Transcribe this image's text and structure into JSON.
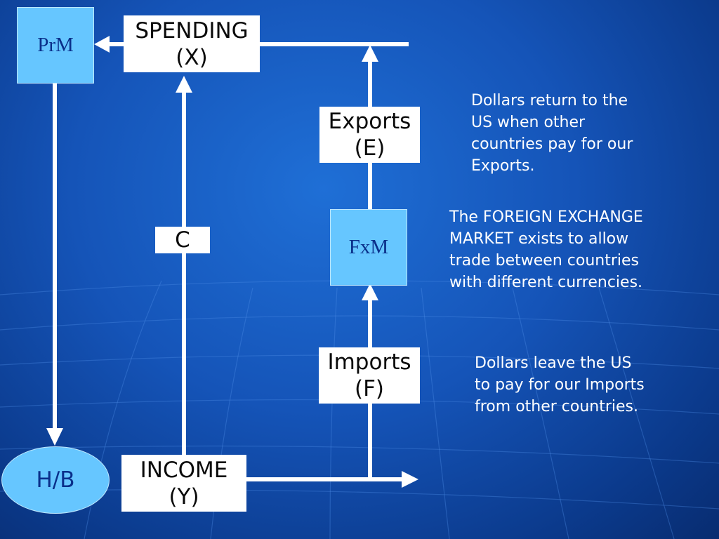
{
  "nodes": {
    "prm": "PrM",
    "fxm": "FxM",
    "hb": "H/B"
  },
  "boxes": {
    "spending": {
      "line1": "SPENDING",
      "line2": "(X)"
    },
    "exports": {
      "line1": "Exports",
      "line2": "(E)"
    },
    "c": "C",
    "imports": {
      "line1": "Imports",
      "line2": "(F)"
    },
    "income": {
      "line1": "INCOME",
      "line2": "(Y)"
    }
  },
  "notes": {
    "exports_note": [
      "Dollars return to the",
      "US when other",
      "countries pay for our",
      "Exports."
    ],
    "fxm_note": [
      "The FOREIGN EXCHANGE",
      "MARKET exists to allow",
      "trade between countries",
      "with different currencies."
    ],
    "imports_note": [
      "Dollars leave the US",
      "to pay for our Imports",
      "from other countries."
    ]
  },
  "colors": {
    "node_fill": "#66c6ff",
    "node_text": "#0a2f8a",
    "arrow": "#ffffff",
    "box_fill": "#ffffff",
    "background": "#1554b8"
  }
}
